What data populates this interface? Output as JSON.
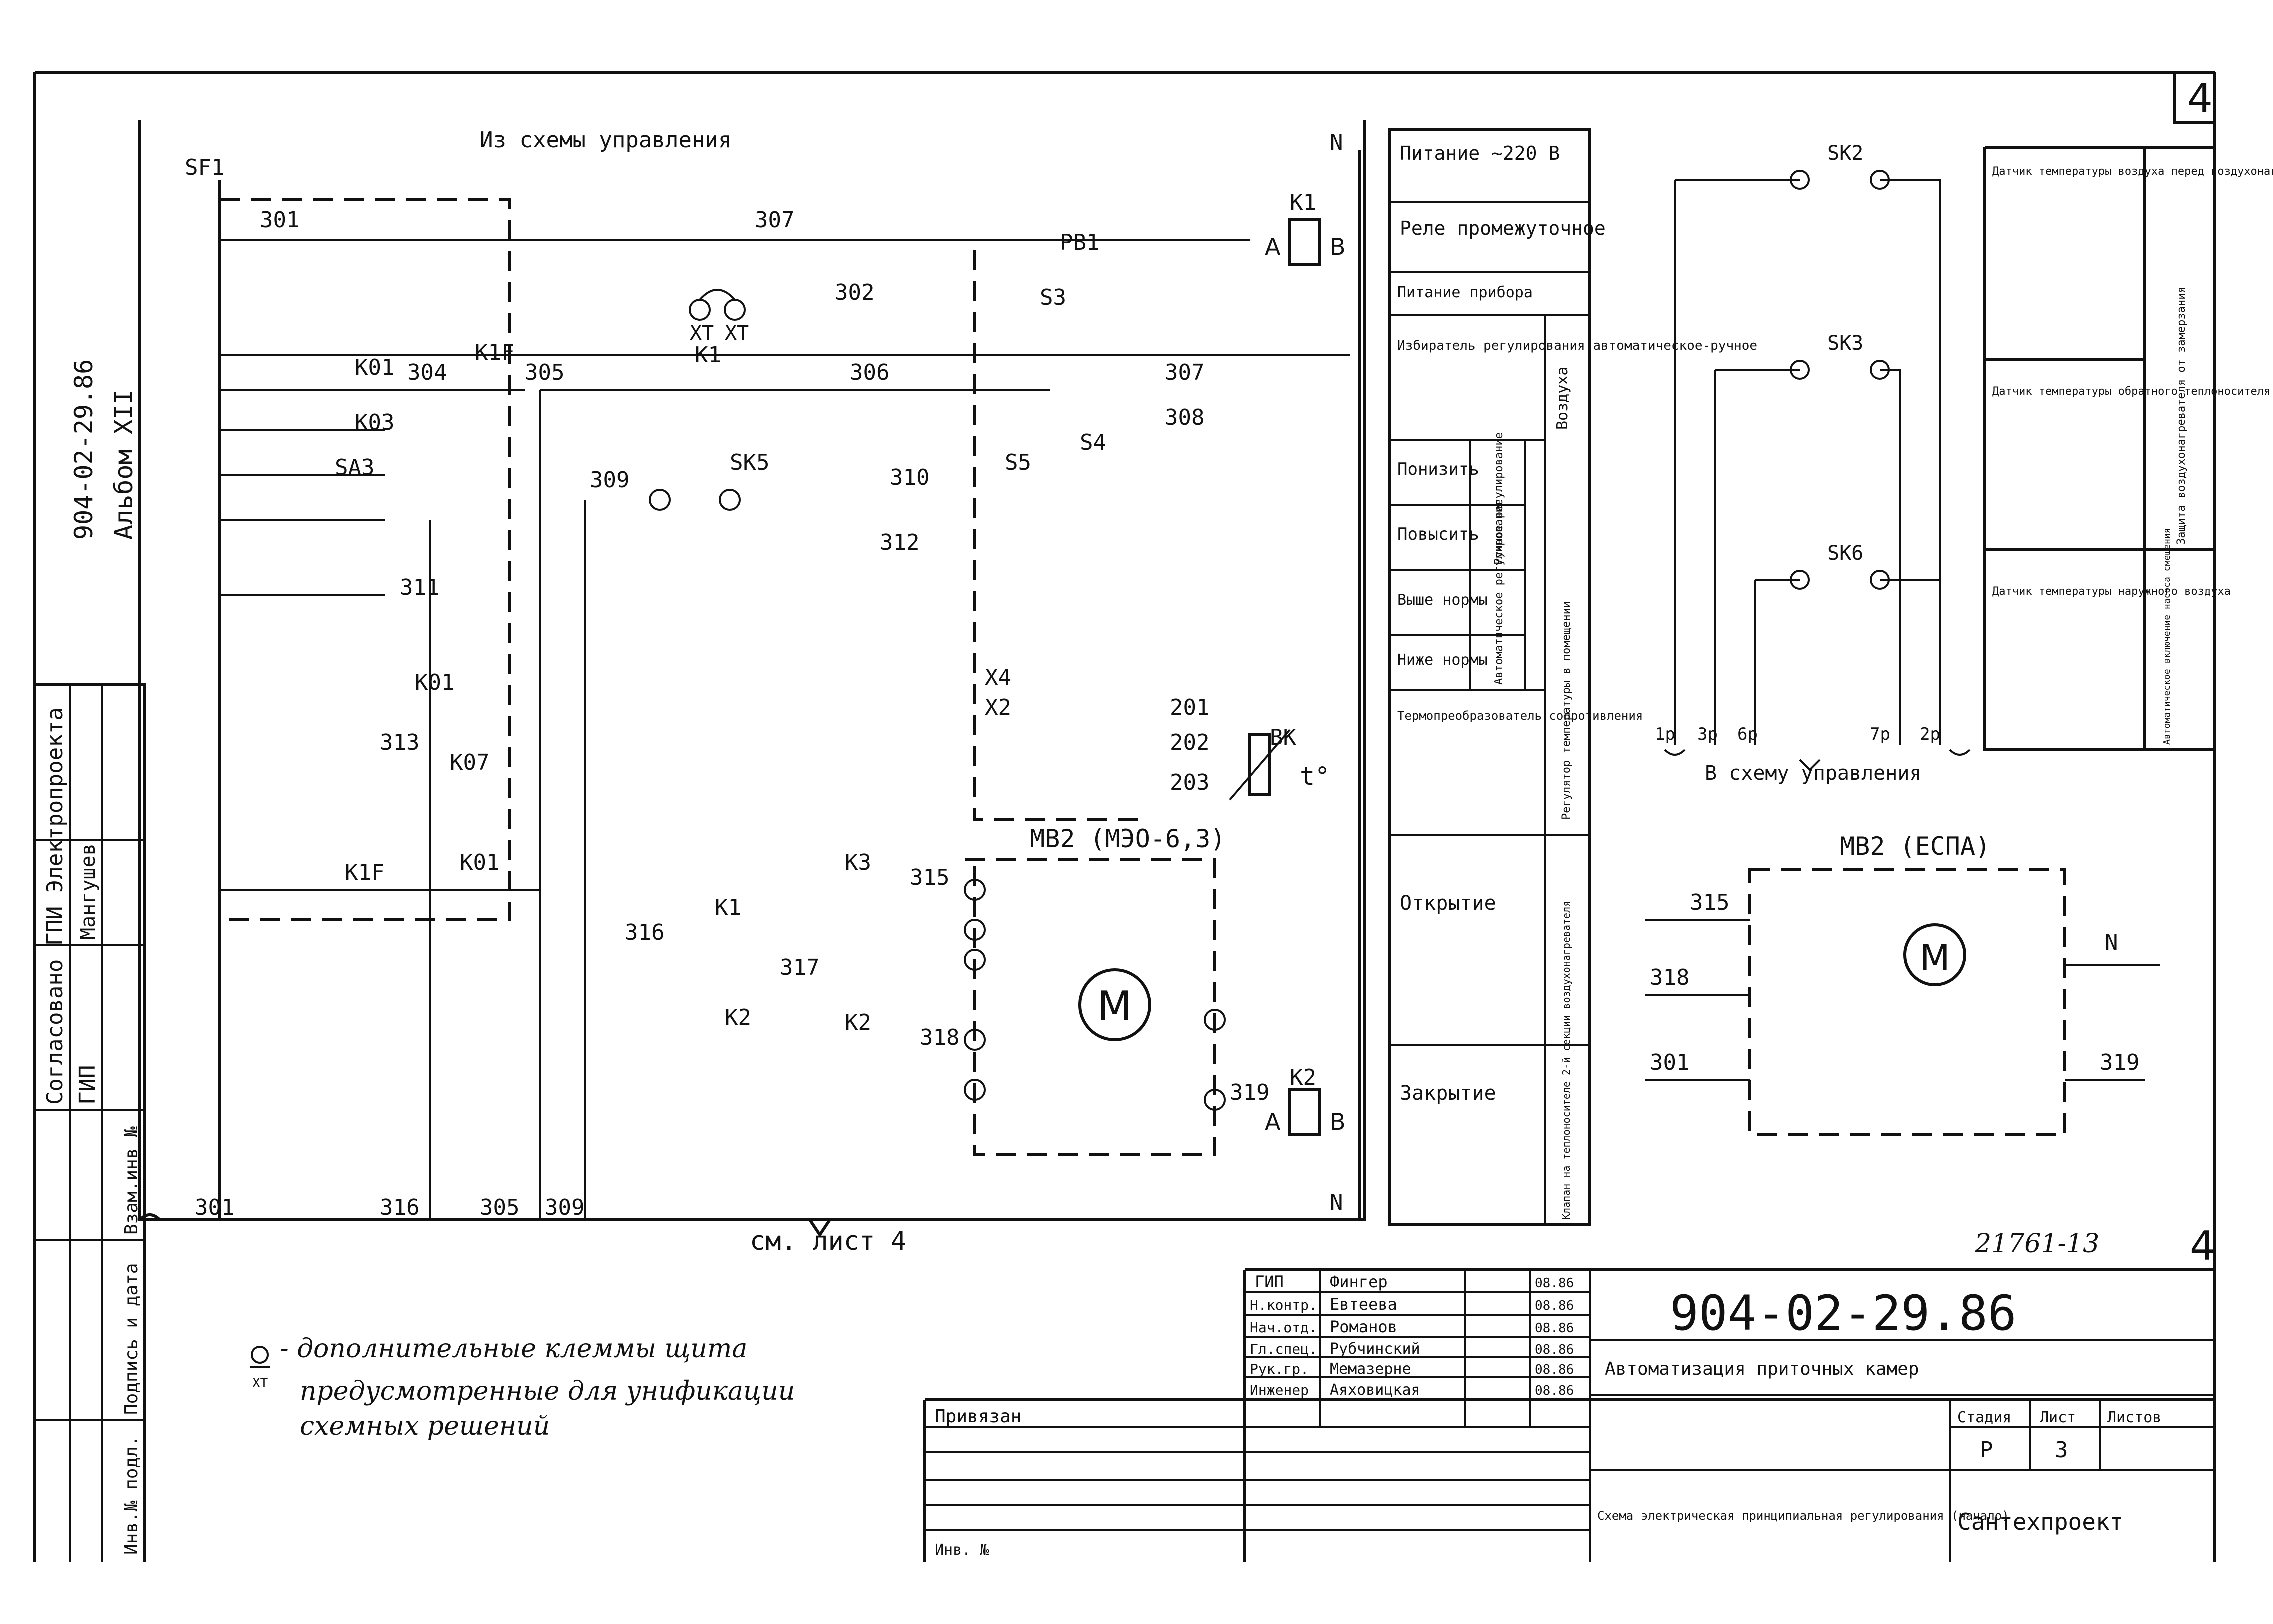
{
  "sheet": {
    "number": "4",
    "doc_code": "904-02-29.86",
    "album_side": "904-02-29.86",
    "album_label": "Альбом XII",
    "inventory": "21761-13",
    "see_sheet": "см. лист 4"
  },
  "left_stamp": {
    "agreed": "Согласовано ГПИ Электропроекта",
    "gip_label": "ГИП",
    "gip_name": "Мангушев",
    "vzam_inv": "Взам.инв №",
    "sign_date": "Подпись и дата",
    "inv_podl": "Инв.№ подл."
  },
  "diagram": {
    "from_control": "Из схемы управления",
    "wires": {
      "w301": "301",
      "w307": "307",
      "w302": "302",
      "w306": "306",
      "w305": "305",
      "w304": "304",
      "w309": "309",
      "w310": "310",
      "w312": "312",
      "w311": "311",
      "w313": "313",
      "w315": "315",
      "w316": "316",
      "w317": "317",
      "w318": "318",
      "w319": "319",
      "w308": "308",
      "w201": "201",
      "w202": "202",
      "w203": "203",
      "bottom_301": "301",
      "bottom_316": "316",
      "bottom_305": "305",
      "bottom_309": "309"
    },
    "labels": {
      "sf1": "SF1",
      "n_top": "N",
      "n_bottom": "N",
      "k1": "K1",
      "pb1": "PB1",
      "xt": "XT",
      "k01": "K01",
      "k03": "K03",
      "k07": "K07",
      "k1f": "K1F",
      "sa3": "SA3",
      "sk5": "SK5",
      "s5": "S5",
      "s3": "S3",
      "s4": "S4",
      "x4": "X4",
      "x2": "X2",
      "bk": "BK",
      "t": "t°",
      "k2": "K2",
      "k3": "K3",
      "mb2_left": "MB2 (МЭО-6,3)",
      "mb2_right": "MB2 (ЕСПА)",
      "a": "A",
      "b": "B"
    }
  },
  "function_table": {
    "rows": [
      "Питание ~220 В",
      "Реле промежуточное",
      "Питание прибора",
      "Избиратель регулирования автоматическое-ручное",
      "Понизить",
      "Повысить",
      "Выше нормы",
      "Ниже нормы",
      "Термопреобразователь сопротивления",
      "Открытие",
      "Закрытие"
    ],
    "group_air": "Воздуха",
    "group_manual": "Ручное регулирование",
    "group_auto": "Автоматическое регулирование",
    "group_regulator": "Регулятор температуры в помещении",
    "group_valve": "Клапан на теплоносителе 2-й секции воздухонагревателя"
  },
  "sensors": {
    "sk2": "SK2",
    "sk3": "SK3",
    "sk6": "SK6",
    "to_control": "В схему управления",
    "terminals": [
      "1р",
      "3р",
      "6р",
      "7р",
      "2р"
    ],
    "desc1": "Датчик температуры воздуха перед воздухонагревателем",
    "desc2": "Датчик температуры обратного теплоносителя",
    "desc3": "Датчик температуры наружного воздуха",
    "side1": "Защита воздухонагревателя от замерзания",
    "side2": "Автоматическое включение насоса смешения"
  },
  "footnote": {
    "symbol": "XT",
    "text1": "- дополнительные клеммы щита",
    "text2": "предусмотренные для унификации",
    "text3": "схемных решений"
  },
  "title_block": {
    "doc_code": "904-02-29.86",
    "project": "Автоматизация приточных камер",
    "sheet_title": "Схема электрическая принципиальная регулирования (начало)",
    "org": "Сантехпроект",
    "stage_label": "Стадия",
    "sheet_label": "Лист",
    "sheets_label": "Листов",
    "stage": "Р",
    "sheet": "3",
    "bound": "Привязан",
    "inv_no": "Инв. №",
    "staff": [
      {
        "role": "ГИП",
        "name": "Фингер",
        "date": "08.86"
      },
      {
        "role": "Н.контр.",
        "name": "Евтеева",
        "date": "08.86"
      },
      {
        "role": "Нач.отд.",
        "name": "Романов",
        "date": "08.86"
      },
      {
        "role": "Гл.спец.",
        "name": "Рубчинский",
        "date": "08.86"
      },
      {
        "role": "Рук.гр.",
        "name": "Мемазерне",
        "date": "08.86"
      },
      {
        "role": "Инженер",
        "name": "Аяховицкая",
        "date": "08.86"
      }
    ]
  }
}
